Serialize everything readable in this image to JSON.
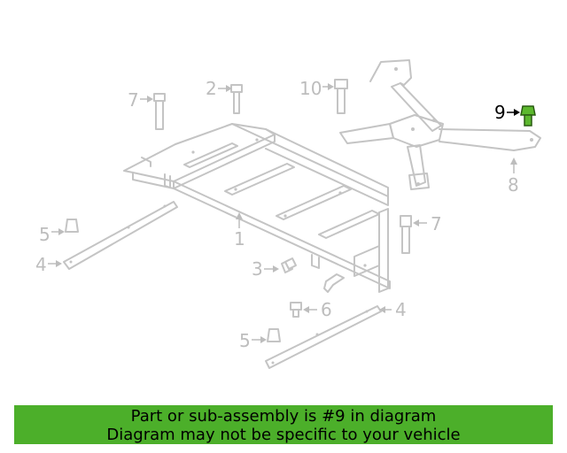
{
  "diagram": {
    "callouts": [
      {
        "id": "1",
        "text": "1"
      },
      {
        "id": "2",
        "text": "2"
      },
      {
        "id": "3",
        "text": "3"
      },
      {
        "id": "4a",
        "text": "4"
      },
      {
        "id": "4b",
        "text": "4"
      },
      {
        "id": "5a",
        "text": "5"
      },
      {
        "id": "5b",
        "text": "5"
      },
      {
        "id": "6",
        "text": "6"
      },
      {
        "id": "7a",
        "text": "7"
      },
      {
        "id": "7b",
        "text": "7"
      },
      {
        "id": "8",
        "text": "8"
      },
      {
        "id": "9",
        "text": "9"
      },
      {
        "id": "10",
        "text": "10"
      }
    ],
    "highlight_color": "#5cb82e",
    "label_color": "#bdbdbd",
    "part_color": "#c4c4c4"
  },
  "banner": {
    "line1": "Part or sub-assembly is #9 in diagram",
    "line2": "Diagram may not be specific to your vehicle",
    "background": "#4caf2a"
  }
}
